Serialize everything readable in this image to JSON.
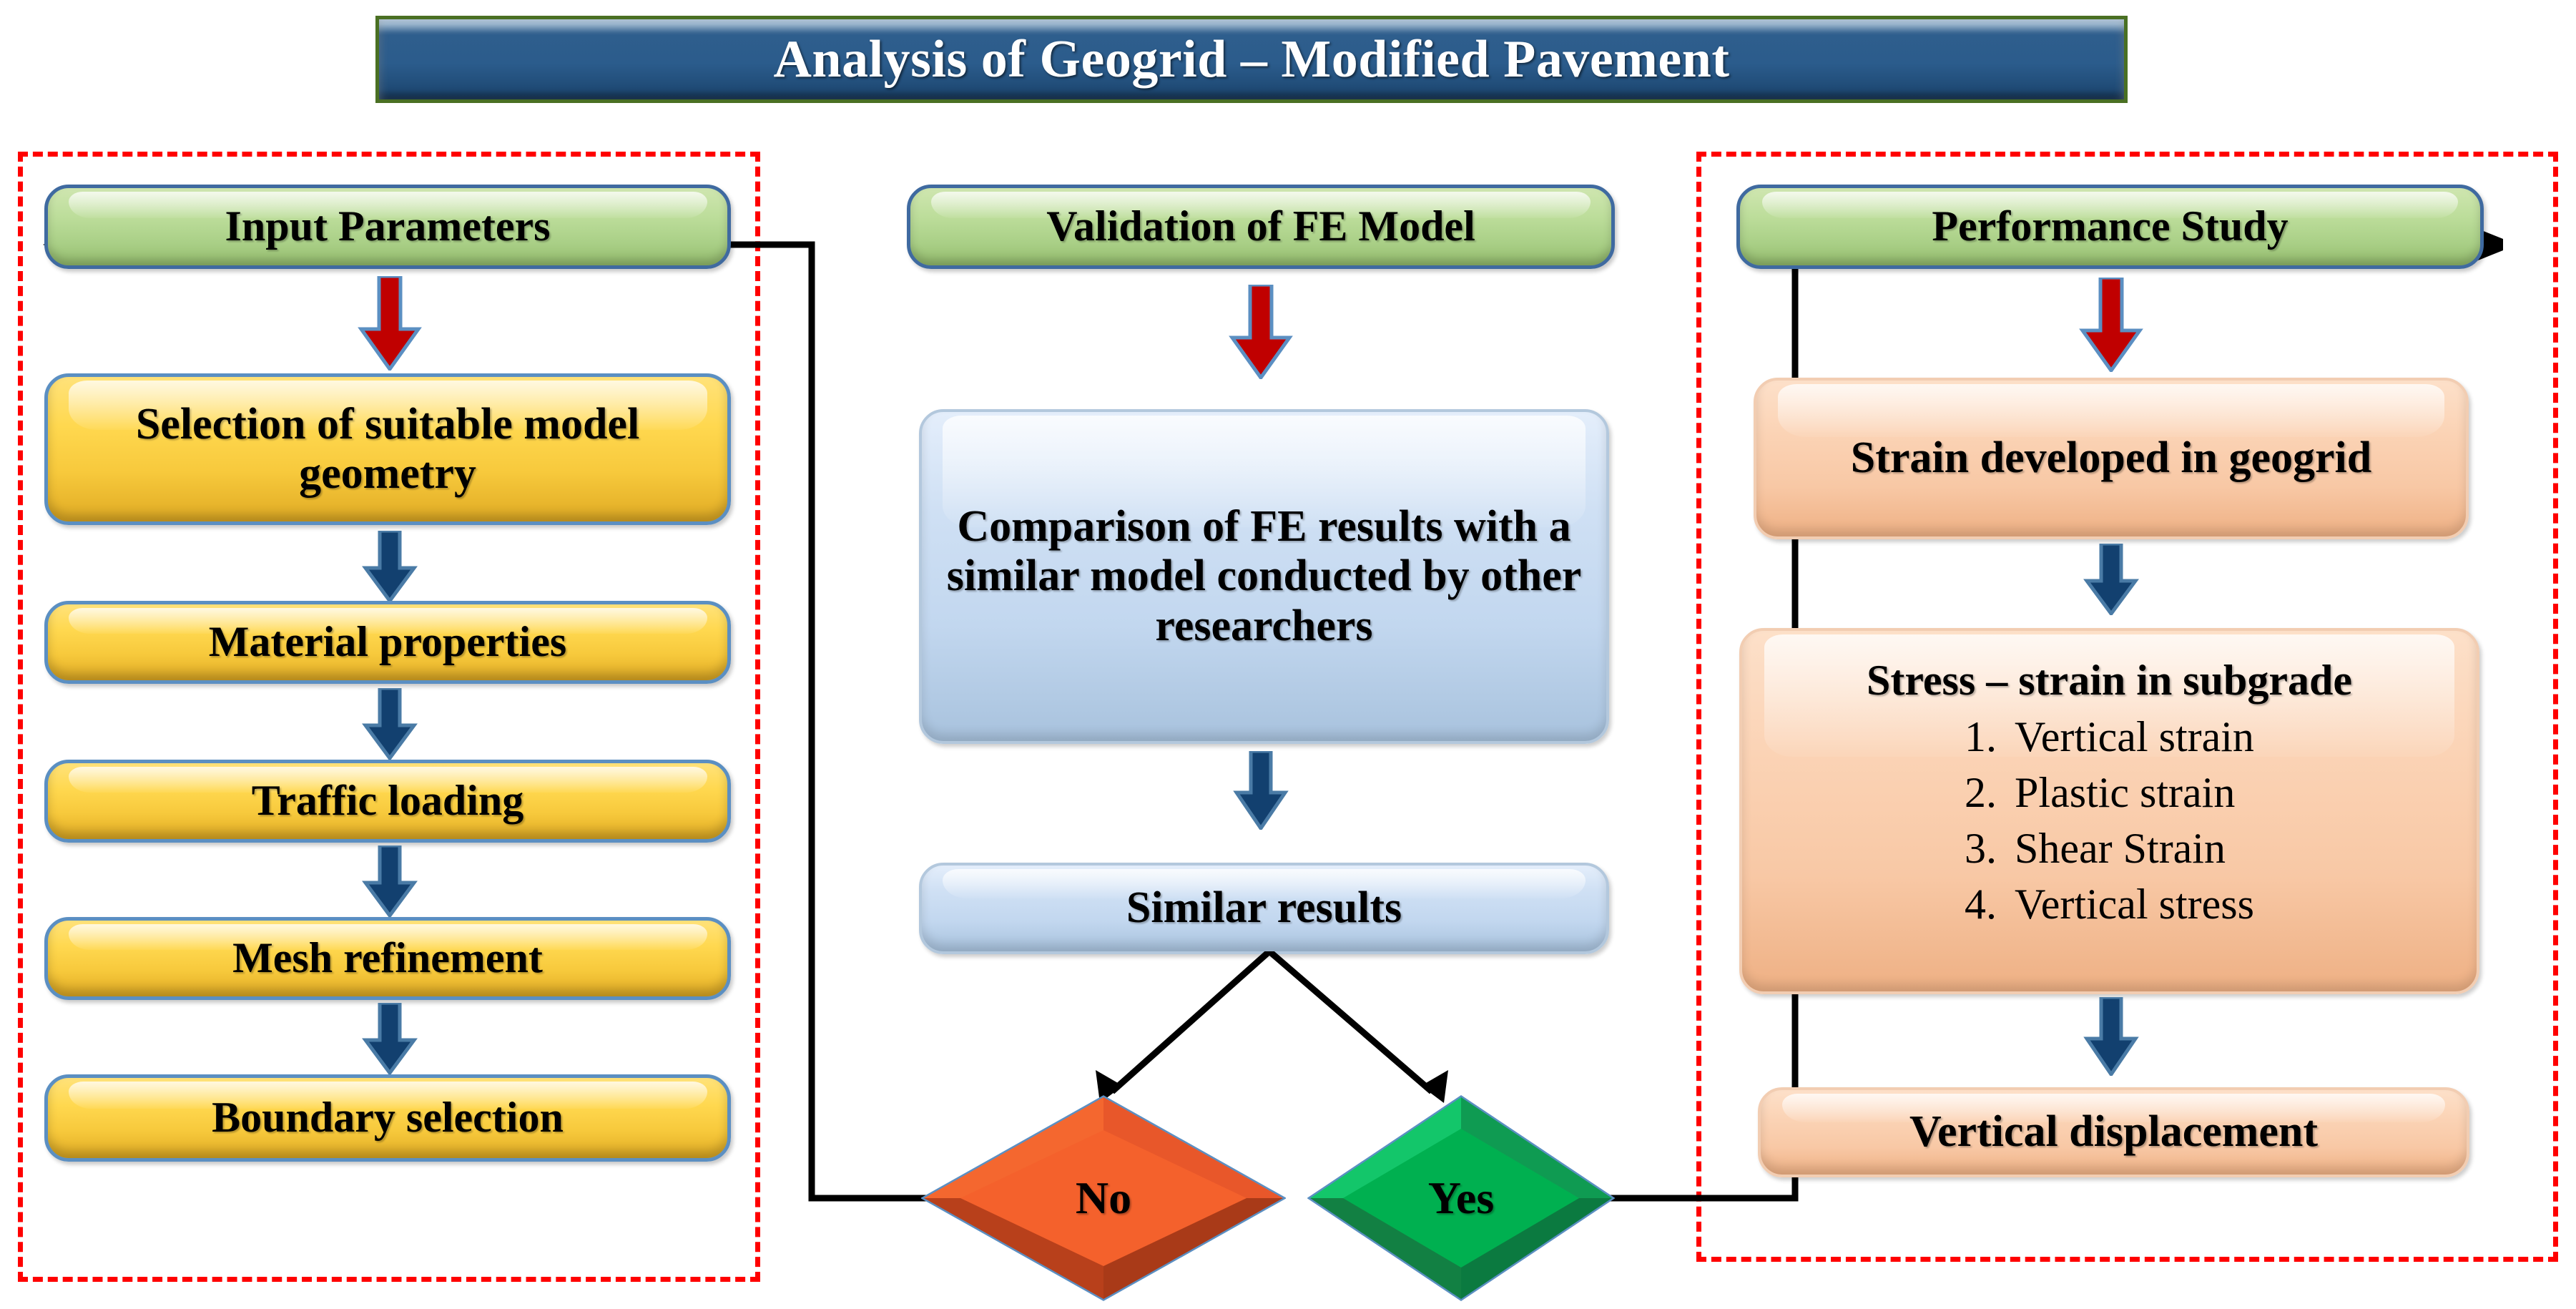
{
  "header": {
    "title": "Analysis of Geogrid – Modified Pavement"
  },
  "colors": {
    "title_fill": "#2b5c8c",
    "title_border": "#4a7023",
    "group_frame": "#ff0000",
    "green_node": "#bcdd9a",
    "yellow_node": "#ffd84f",
    "light_blue_node": "#cfe0f4",
    "peach_node": "#fbd3b5",
    "node_border_blue": "#3f6aa0",
    "red_arrow": "#c00000",
    "blue_arrow": "#12406f",
    "no_diamond": "#f4612c",
    "yes_diamond": "#00b050",
    "connector_line": "#000000"
  },
  "left_group": {
    "name": "input-parameters-group",
    "header_node": {
      "label": "Input Parameters",
      "style": "green"
    },
    "steps": [
      {
        "label": "Selection of suitable model geometry",
        "style": "yellow"
      },
      {
        "label": "Material properties",
        "style": "yellow"
      },
      {
        "label": "Traffic loading",
        "style": "yellow"
      },
      {
        "label": "Mesh refinement",
        "style": "yellow"
      },
      {
        "label": "Boundary selection",
        "style": "yellow"
      }
    ],
    "arrows": [
      {
        "from": "Input Parameters",
        "to": "Selection of suitable model geometry",
        "color": "red"
      },
      {
        "from": "Selection of suitable model geometry",
        "to": "Material properties",
        "color": "blue"
      },
      {
        "from": "Material properties",
        "to": "Traffic loading",
        "color": "blue"
      },
      {
        "from": "Traffic loading",
        "to": "Mesh refinement",
        "color": "blue"
      },
      {
        "from": "Mesh refinement",
        "to": "Boundary selection",
        "color": "blue"
      }
    ]
  },
  "middle_group": {
    "name": "validation-group",
    "header_node": {
      "label": "Validation of FE Model",
      "style": "green"
    },
    "steps": [
      {
        "label": "Comparison of FE results with a similar model conducted by other researchers",
        "style": "light-blue"
      },
      {
        "label": "Similar results",
        "style": "light-blue"
      }
    ],
    "decisions": [
      {
        "label": "No",
        "style": "red-diamond",
        "routes_to": "Input Parameters"
      },
      {
        "label": "Yes",
        "style": "green-diamond",
        "routes_to": "Performance Study"
      }
    ],
    "arrows": [
      {
        "from": "Validation of FE Model",
        "to": "Comparison of FE results with a similar model conducted by other researchers",
        "color": "red"
      },
      {
        "from": "Comparison of FE results with a similar model conducted by other researchers",
        "to": "Similar results",
        "color": "blue"
      },
      {
        "from": "Similar results",
        "to": "No",
        "color": "black"
      },
      {
        "from": "Similar results",
        "to": "Yes",
        "color": "black"
      }
    ]
  },
  "right_group": {
    "name": "performance-study-group",
    "header_node": {
      "label": "Performance Study",
      "style": "green"
    },
    "steps": [
      {
        "label": "Strain developed in geogrid",
        "style": "peach"
      },
      {
        "label": "Stress – strain in subgrade",
        "style": "peach",
        "items": [
          {
            "num": "1.",
            "text": "Vertical strain"
          },
          {
            "num": "2.",
            "text": "Plastic strain"
          },
          {
            "num": "3.",
            "text": "Shear Strain"
          },
          {
            "num": "4.",
            "text": "Vertical stress"
          }
        ]
      },
      {
        "label": "Vertical displacement",
        "style": "peach"
      }
    ],
    "arrows": [
      {
        "from": "Performance Study",
        "to": "Strain developed in geogrid",
        "color": "red"
      },
      {
        "from": "Strain developed in geogrid",
        "to": "Stress – strain in subgrade",
        "color": "blue"
      },
      {
        "from": "Stress – strain in subgrade",
        "to": "Vertical displacement",
        "color": "blue"
      }
    ]
  }
}
